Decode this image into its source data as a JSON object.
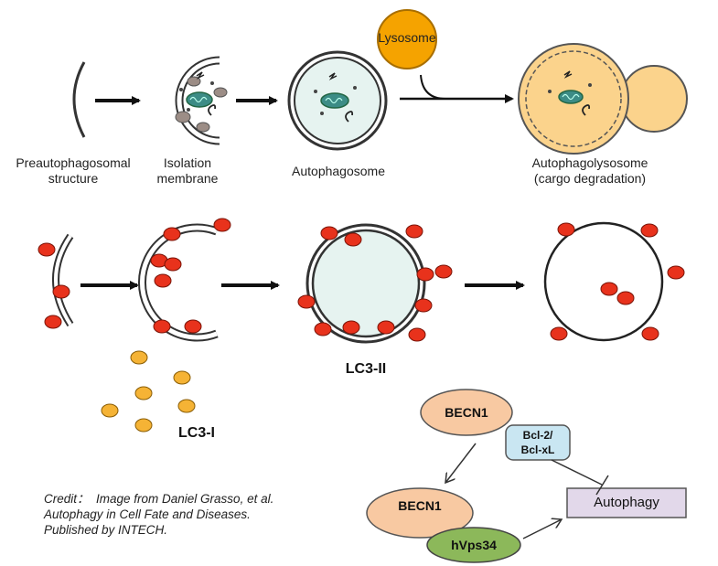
{
  "pathway": {
    "stages": [
      {
        "id": "preautophagosomal",
        "label": "Preautophagosomal\nstructure"
      },
      {
        "id": "isolation",
        "label": "Isolation\nmembrane"
      },
      {
        "id": "autophagosome",
        "label": "Autophagosome"
      },
      {
        "id": "lysosome",
        "label": "Lysosome"
      },
      {
        "id": "autophagolysosome",
        "label": "Autophagolysosome\n(cargo degradation)"
      }
    ]
  },
  "lc3": {
    "lc3_1_label": "LC3-I",
    "lc3_2_label": "LC3-II"
  },
  "network": {
    "becn1_top": "BECN1",
    "bcl": "Bcl-2/\nBcl-xL",
    "becn1_bottom": "BECN1",
    "hvps34": "hVps34",
    "autophagy": "Autophagy"
  },
  "credit": {
    "line1": "Credit：  Image from Daniel Grasso, et al.",
    "line2": "Autophagy in Cell Fate and Diseases.",
    "line3": "Published by INTECH."
  },
  "colors": {
    "lc3_ii": "#e8321c",
    "lc3_i": "#f5b335",
    "lysosome": "#f5a300",
    "autophagolysosome": "#fbd38c",
    "autophagosome_fill": "#e6f3f0",
    "becn1": "#f8c9a2",
    "bcl": "#c9e6f2",
    "hvps34": "#8cb85a",
    "autophagy": "#e2d8ea"
  }
}
